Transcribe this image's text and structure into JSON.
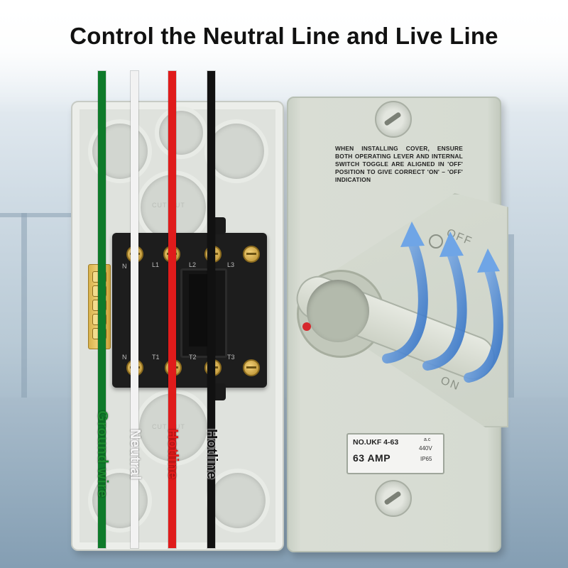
{
  "title": "Control the Neutral Line and Live Line",
  "wires": [
    {
      "label": "Ground wire",
      "color": "#0e7a2a",
      "text_color": "#1a8a2e"
    },
    {
      "label": "Neutral",
      "color": "#f2f2f2",
      "text_color": "#f4f4f4"
    },
    {
      "label": "Hotline",
      "color": "#e01b1b",
      "text_color": "#e41c1c"
    },
    {
      "label": "Hotline",
      "color": "#111111",
      "text_color": "#111111"
    }
  ],
  "terminals": {
    "top": [
      "N",
      "L1",
      "L2",
      "L3"
    ],
    "bottom": [
      "N",
      "T1",
      "T2",
      "T3"
    ]
  },
  "knockout_text": "CUT OUT",
  "cover": {
    "warning": "WHEN INSTALLING COVER, ENSURE BOTH OPERATING LEVER AND INTERNAL SWITCH TOGGLE ARE ALIGNED IN 'OFF' POSITION TO GIVE CORRECT 'ON' – 'OFF' INDICATION",
    "off_label": "OFF",
    "on_label": "ON"
  },
  "nameplate": {
    "model": "NO.UKF 4-63",
    "rating": "63 AMP",
    "ac": "a.c",
    "voltage": "440V",
    "ip": "IP65"
  },
  "colors": {
    "enclosure": "#dfe2dd",
    "cover": "#d6dbd2",
    "switch_body": "#1d1d1d",
    "arrow": "#3f7fd0",
    "indicator": "#d6282c"
  }
}
